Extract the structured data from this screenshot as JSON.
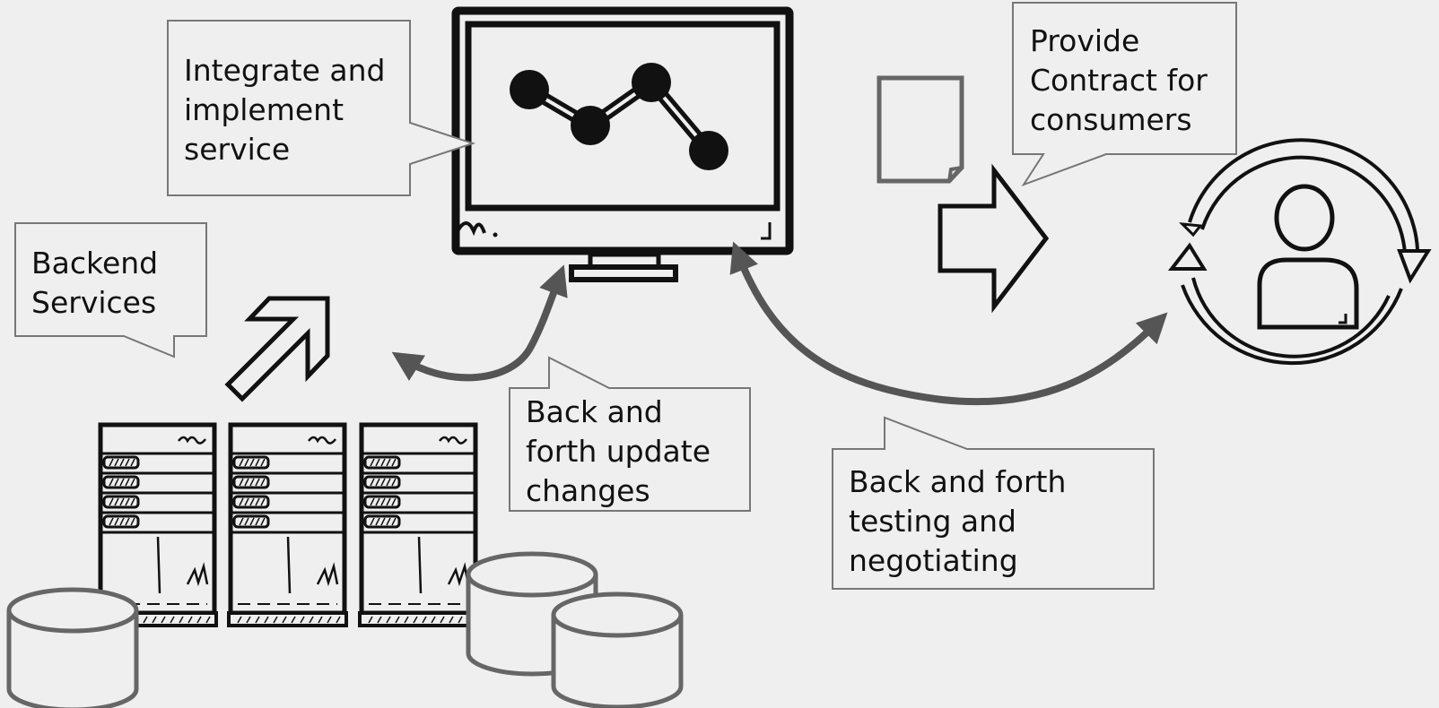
{
  "callouts": {
    "integrate": [
      "Integrate and",
      "implement",
      "service"
    ],
    "backend": [
      "Backend",
      "Services"
    ],
    "contract": [
      "Provide",
      "Contract for",
      "consumers"
    ],
    "update": [
      "Back and",
      "forth update",
      "changes"
    ],
    "testing": [
      "Back and forth",
      "testing and",
      "negotiating"
    ]
  },
  "colors": {
    "background": "#efefef",
    "ink": "#111111",
    "arrow_gray": "#555555",
    "box_stroke": "#777777",
    "box_fill": "#f0f0f0"
  },
  "icons": [
    "monitor-chart-icon",
    "document-icon",
    "right-arrow-icon",
    "up-arrow-icon",
    "server-rack-icon",
    "database-icon",
    "user-cycle-icon"
  ]
}
